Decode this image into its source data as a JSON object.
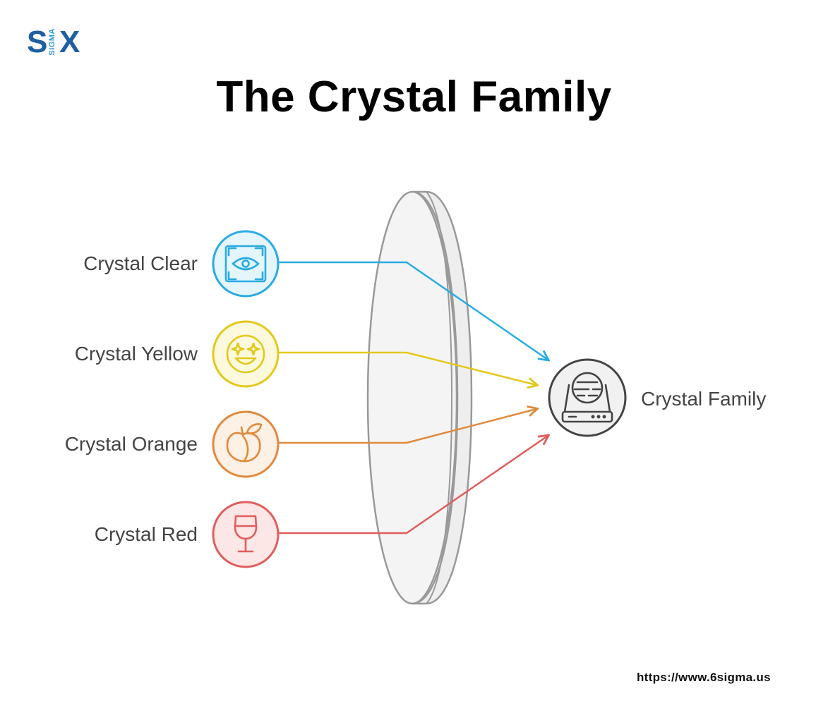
{
  "logo": {
    "left": "S",
    "middle": "SIGMA",
    "right": "X"
  },
  "title": "The Crystal Family",
  "inputs": [
    {
      "label": "Crystal Clear",
      "icon": "eye-frame-icon",
      "color": "#29abe2",
      "fill": "#e4f5fc"
    },
    {
      "label": "Crystal Yellow",
      "icon": "star-eyes-smiley-icon",
      "color": "#e3c81b",
      "fill": "#fdf9dc"
    },
    {
      "label": "Crystal Orange",
      "icon": "peach-icon",
      "color": "#e08a3c",
      "fill": "#fdf0e4"
    },
    {
      "label": "Crystal Red",
      "icon": "wine-glass-icon",
      "color": "#e05d5d",
      "fill": "#fde6e6"
    }
  ],
  "output": {
    "label": "Crystal Family",
    "icon": "router-icon",
    "color": "#444444",
    "fill": "#f1f1f1"
  },
  "lens": {
    "icon": "lens-icon",
    "stroke": "#999999",
    "fill": "#f4f4f4"
  },
  "footer": {
    "url": "https://www.6sigma.us"
  }
}
